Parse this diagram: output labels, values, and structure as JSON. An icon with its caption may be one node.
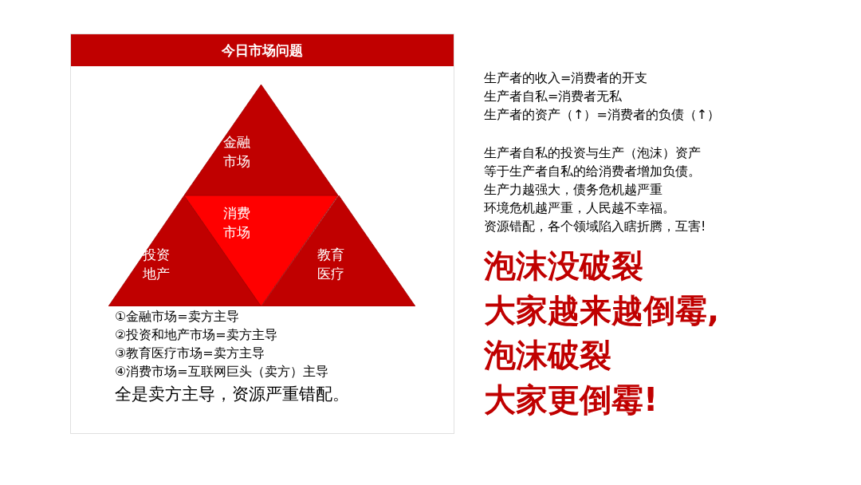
{
  "diagram": {
    "nodes": [
      {
        "text": [
          "今日市场问题"
        ]
      },
      {
        "text": [
          "金融市场"
        ],
        "in": 0
      },
      {
        "text": [
          "投资地产"
        ],
        "in": 0
      },
      {
        "text": [
          "消费市场"
        ],
        "in": 0
      },
      {
        "text": [
          "教育医疗"
        ],
        "in": 0
      }
    ],
    "edges": [],
    "labels": [
      "①金融市场=卖方主导",
      "②投资和地产市场=卖方主导",
      "③教育医疗市场=卖方主导",
      "④消费市场=互联网巨头（卖方）主导",
      "全是卖方主导，资源严重错配。",
      "生产者的收入=消费者的开支",
      "生产者自私=消费者无私",
      "生产者的资产（↑）=消费者的负债（↑）",
      "生产者自私的投资与生产（泡沫）资产",
      "等于生产者自私的给消费者增加负债。",
      "生产力越强大，债务危机越严重",
      "环境危机越严重，人民越不幸福。",
      "资源错配，各个领域陷入瞎折腾，互害!",
      "泡沫没破裂",
      "大家越来越倒霉,",
      "泡沫破裂",
      "大家更倒霉!"
    ]
  }
}
